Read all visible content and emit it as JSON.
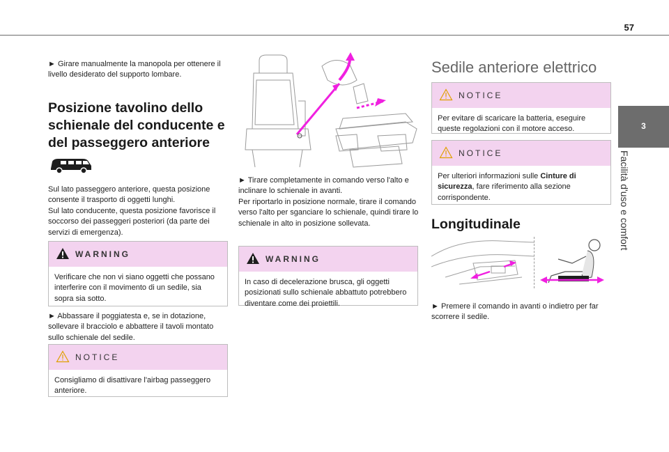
{
  "page": {
    "number": "57"
  },
  "sidebar": {
    "chapter_number": "3",
    "chapter_title": "Facilità d'uso e comfort"
  },
  "col1": {
    "lumbar_text": "► Girare manualmente la manopola per ottenere il livello desiderato del supporto lombare.",
    "heading": "Posizione tavolino dello schienale del conducente e del passeggero anteriore",
    "p1": "Sul lato passeggero anteriore, questa posizione consente il trasporto di oggetti lunghi.",
    "p2": "Sul lato conducente, questa posizione favorisce il soccorso dei passeggeri posteriori (da parte dei servizi di emergenza).",
    "warning": {
      "label": "WARNING",
      "text": "Verificare che non vi siano oggetti che possano interferire con il movimento di un sedile, sia sopra sia sotto."
    },
    "step": "► Abbassare il poggiatesta e, se in dotazione, sollevare il bracciolo e abbattere il tavoli montato sullo schienale del sedile.",
    "notice": {
      "label": "NOTICE",
      "text": "Consigliamo di disattivare l'airbag passeggero anteriore."
    }
  },
  "col2": {
    "step1": "► Tirare completamente in comando verso l'alto e inclinare lo schienale in avanti.",
    "step2": "Per riportarlo in posizione normale, tirare il comando verso l'alto per sganciare lo schienale, quindi tirare lo schienale in alto in posizione sollevata.",
    "warning": {
      "label": "WARNING",
      "text": "In caso di decelerazione brusca, gli oggetti posizionati sullo schienale abbattuto potrebbero diventare come dei proiettili."
    }
  },
  "col3": {
    "title": "Sedile anteriore elettrico",
    "notice1": {
      "label": "NOTICE",
      "text": "Per evitare di scaricare la batteria, eseguire queste regolazioni con il motore acceso."
    },
    "notice2": {
      "label": "NOTICE",
      "text_before": "Per ulteriori informazioni sulle ",
      "bold": "Cinture di sicurezza",
      "text_after": ", fare riferimento alla sezione corrispondente."
    },
    "subheading": "Longitudinale",
    "step": "► Premere il comando in avanti o indietro per far scorrere il sedile."
  },
  "colors": {
    "accent": "#f020e0",
    "box_header": "#f3d3ef",
    "tab": "#6d6d6d"
  }
}
